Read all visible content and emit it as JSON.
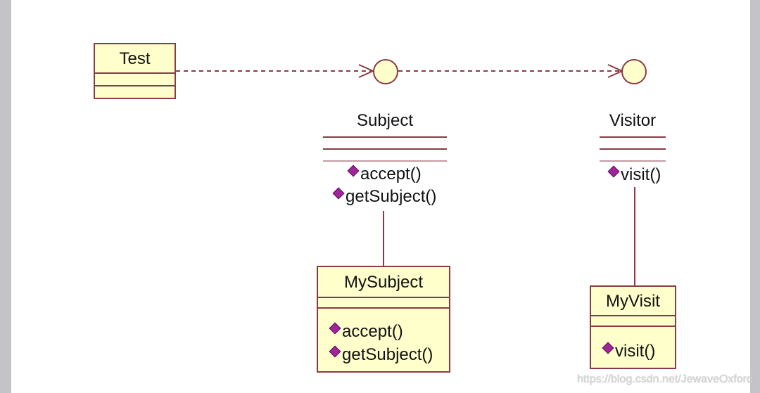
{
  "classes": {
    "test": {
      "name": "Test"
    },
    "my_subject": {
      "name": "MySubject",
      "ops": [
        "accept()",
        "getSubject()"
      ]
    },
    "my_visit": {
      "name": "MyVisit",
      "ops": [
        "visit()"
      ]
    }
  },
  "interfaces": {
    "subject": {
      "name": "Subject",
      "ops": [
        "accept()",
        "getSubject()"
      ]
    },
    "visitor": {
      "name": "Visitor",
      "ops": [
        "visit()"
      ]
    }
  },
  "watermark": "https://blog.csdn.net/JewaveOxford",
  "colors": {
    "class_fill": "#ffffcc",
    "line": "#8b3a45",
    "operation_marker": "#a0249a"
  }
}
